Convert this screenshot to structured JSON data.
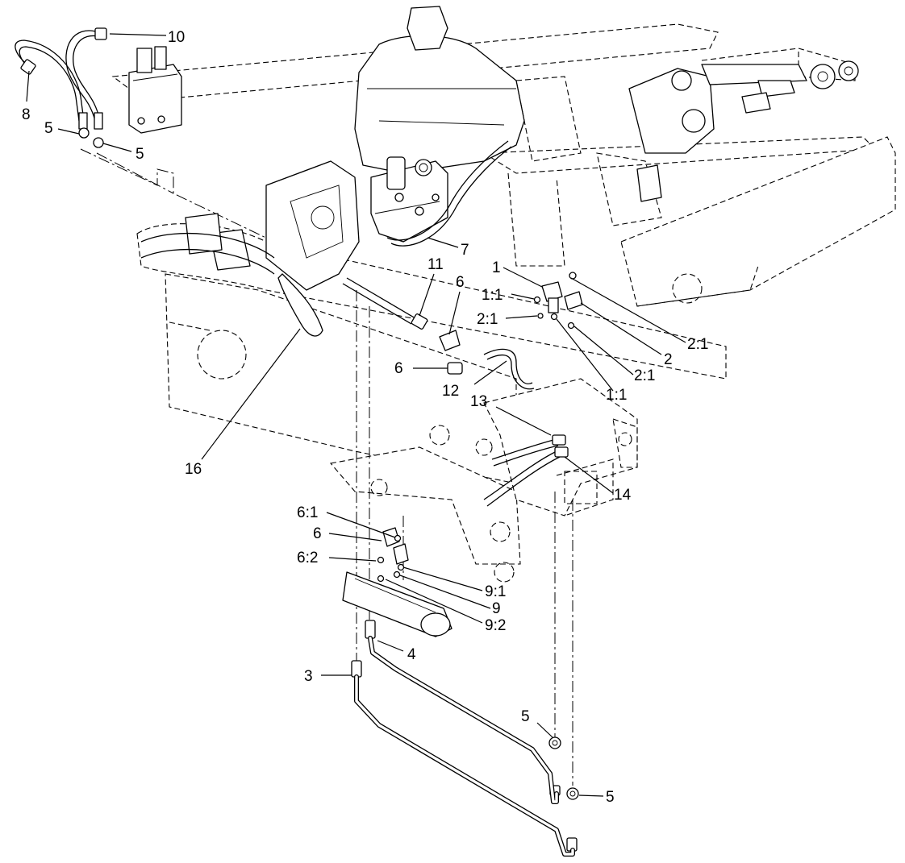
{
  "callouts": [
    {
      "label": "10"
    },
    {
      "label": "8"
    },
    {
      "label": "5"
    },
    {
      "label": "5"
    },
    {
      "label": "7"
    },
    {
      "label": "11"
    },
    {
      "label": "6"
    },
    {
      "label": "1"
    },
    {
      "label": "1:1"
    },
    {
      "label": "2:1"
    },
    {
      "label": "2:1"
    },
    {
      "label": "2"
    },
    {
      "label": "2:1"
    },
    {
      "label": "1:1"
    },
    {
      "label": "6"
    },
    {
      "label": "12"
    },
    {
      "label": "13"
    },
    {
      "label": "14"
    },
    {
      "label": "16"
    },
    {
      "label": "6:1"
    },
    {
      "label": "6"
    },
    {
      "label": "6:2"
    },
    {
      "label": "9:1"
    },
    {
      "label": "9"
    },
    {
      "label": "9:2"
    },
    {
      "label": "4"
    },
    {
      "label": "3"
    },
    {
      "label": "5"
    },
    {
      "label": "5"
    }
  ]
}
